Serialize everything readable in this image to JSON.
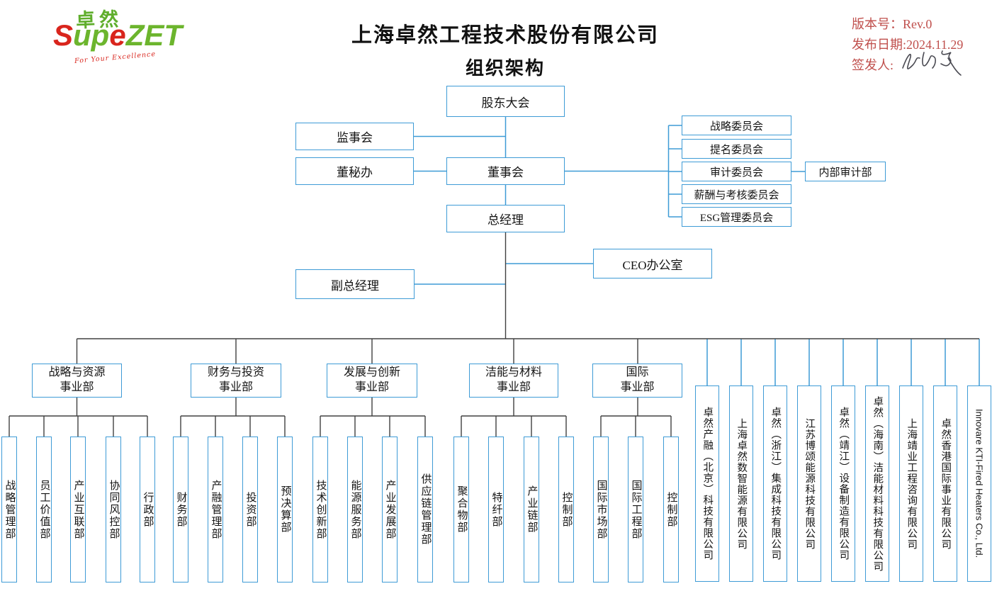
{
  "header": {
    "logo": {
      "hanzi": "卓然",
      "s": "S",
      "up": "up",
      "e": "e",
      "zet": "ZET",
      "tagline": "For Your Excellence"
    },
    "title_line1": "上海卓然工程技术股份有限公司",
    "title_line2": "组织架构",
    "version": "版本号：Rev.0",
    "release_date": "发布日期:2024.11.29",
    "issuer_label": "签发人:"
  },
  "colors": {
    "line_blue": "#3E9BD6",
    "line_dark": "#404040",
    "doc_red": "#C0504D",
    "brand_green": "#6CB52D",
    "brand_red": "#D9251D"
  },
  "governance": {
    "shareholders": "股东大会",
    "supervisory_board": "监事会",
    "board": "董事会",
    "board_secretary_office": "董秘办",
    "general_manager": "总经理",
    "deputy_general_manager": "副总经理",
    "ceo_office": "CEO办公室",
    "committees": [
      "战略委员会",
      "提名委员会",
      "审计委员会",
      "薪酬与考核委员会",
      "ESG管理委员会"
    ],
    "internal_audit": "内部审计部"
  },
  "divisions": [
    {
      "line1": "战略与资源",
      "line2": "事业部",
      "departments": [
        "战略管理部",
        "员工价值部",
        "产业互联部",
        "协同风控部",
        "行政部"
      ]
    },
    {
      "line1": "财务与投资",
      "line2": "事业部",
      "departments": [
        "财务部",
        "产融管理部",
        "投资部",
        "预决算部"
      ]
    },
    {
      "line1": "发展与创新",
      "line2": "事业部",
      "departments": [
        "技术创新部",
        "能源服务部",
        "产业发展部",
        "供应链管理部"
      ]
    },
    {
      "line1": "洁能与材料",
      "line2": "事业部",
      "departments": [
        "聚合物部",
        "特纤部",
        "产业链部",
        "控制部"
      ]
    },
    {
      "line1": "国际",
      "line2": "事业部",
      "departments": [
        "国际市场部",
        "国际工程部",
        "控制部"
      ]
    }
  ],
  "subsidiaries": [
    "卓然产融（北京）科技有限公司",
    "上海卓然数智能源有限公司",
    "卓然（浙江）集成科技有限公司",
    "江苏博颂能源科技有限公司",
    "卓然（靖江）设备制造有限公司",
    "卓然（海南）洁能材料科技有限公司",
    "上海靖业工程咨询有限公司",
    "卓然香港国际事业有限公司",
    "Innovare KTI-Fired Heaters Co., Ltd."
  ]
}
